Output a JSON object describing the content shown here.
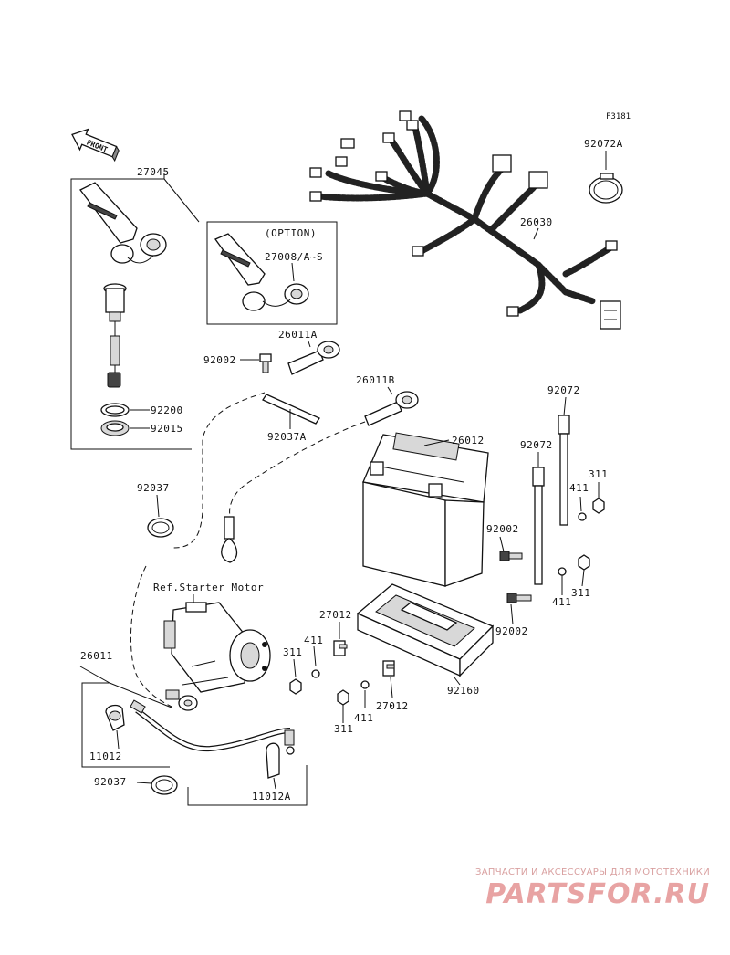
{
  "figure_code": "F3181",
  "front_label": "FRONT",
  "option_label": "(OPTION)",
  "ref_label": "Ref.Starter Motor",
  "parts": {
    "p27045": "27045",
    "p27008": "27008/A~S",
    "p92200": "92200",
    "p92015": "92015",
    "p26030": "26030",
    "p92072A": "92072A",
    "p26011A": "26011A",
    "p92002_top": "92002",
    "p92037A": "92037A",
    "p26011B": "26011B",
    "p26012": "26012",
    "p92072_top": "92072",
    "p92072_mid": "92072",
    "p311_a": "311",
    "p411_a": "411",
    "p92002_mid": "92002",
    "p311_b": "311",
    "p411_b": "411",
    "p92002_low": "92002",
    "p92037": "92037",
    "p27012_a": "27012",
    "p411_c": "411",
    "p311_c": "311",
    "p27012_b": "27012",
    "p411_d": "411",
    "p311_d": "311",
    "p92160": "92160",
    "p26011": "26011",
    "p11012": "11012",
    "p92037_b": "92037",
    "p11012A": "11012A"
  },
  "watermark": {
    "tagline": "ЗАПЧАСТИ И АКСЕССУАРЫ ДЛЯ МОТОТЕХНИКИ",
    "brand": "PARTSFOR.RU",
    "color": "#e8a3a3"
  }
}
